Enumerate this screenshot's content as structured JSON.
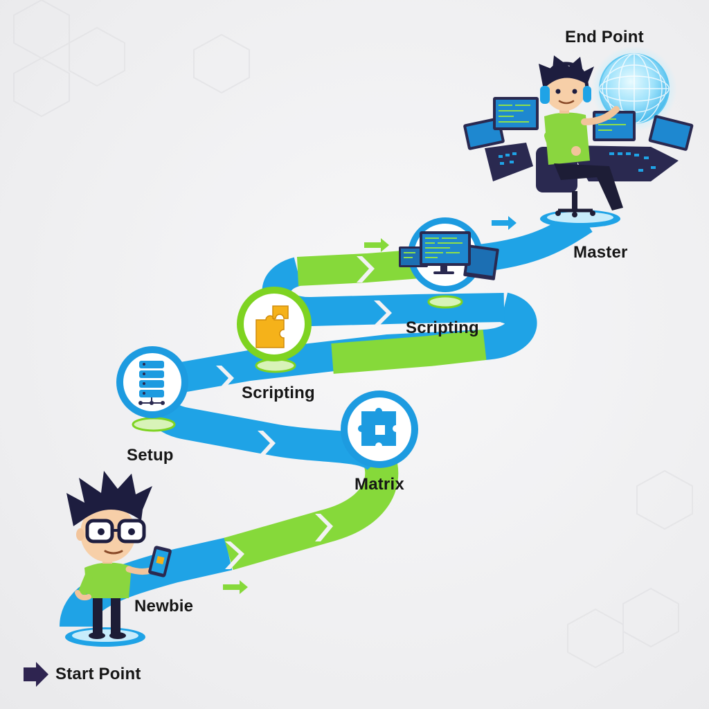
{
  "labels": {
    "start": "Start Point",
    "newbie": "Newbie",
    "setup": "Setup",
    "matrix": "Matrix",
    "scripting_left": "Scripting",
    "scripting_right": "Scripting",
    "master": "Master",
    "end": "End Point"
  },
  "icons": {
    "setup": "server-network-icon",
    "scripting_left": "puzzle-piece-icon",
    "matrix": "puzzle-grid-icon",
    "scripting_right": "multi-monitor-icon"
  },
  "colors": {
    "blue": "#1fa3e6",
    "green": "#86d93a",
    "navy": "#2a2950",
    "ring_blue": "#1d9be0",
    "ring_green": "#7ed321"
  }
}
